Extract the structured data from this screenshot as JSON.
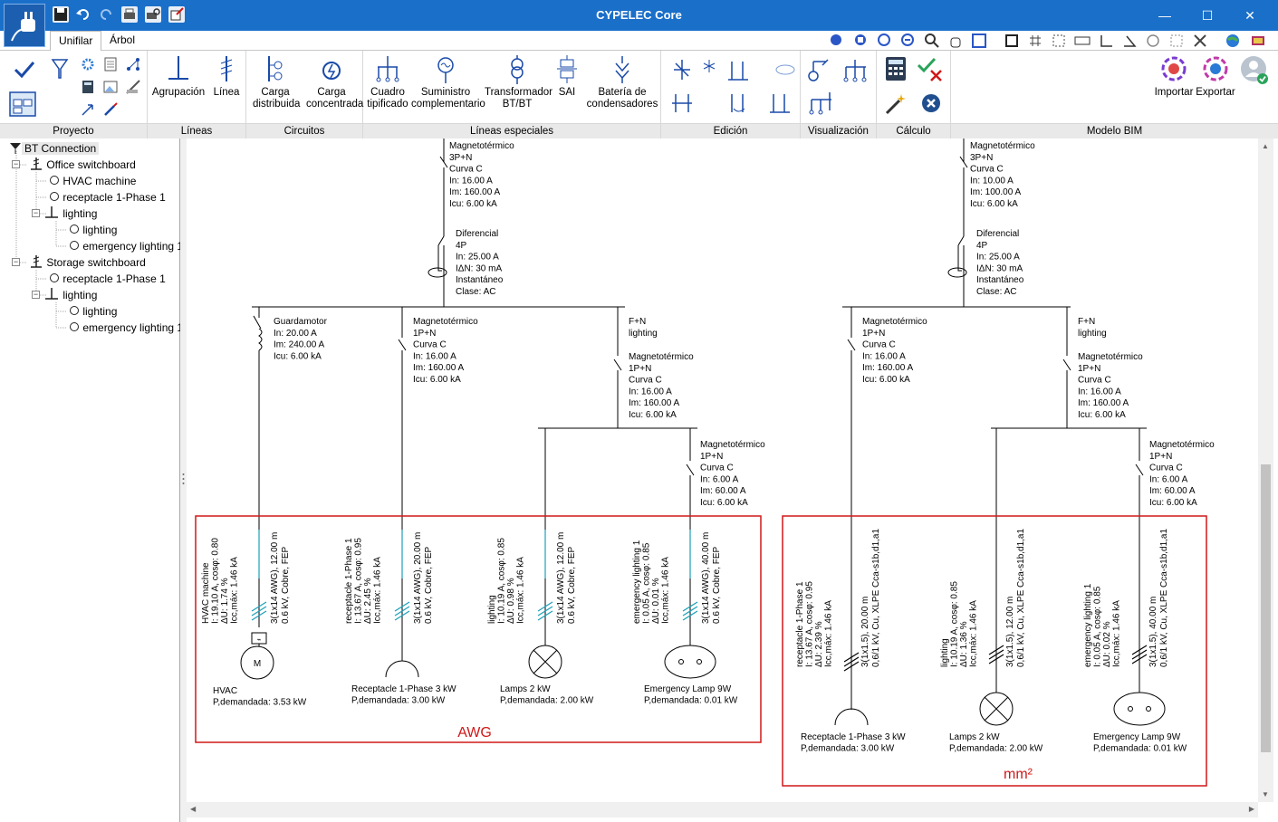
{
  "window": {
    "title": "CYPELEC Core"
  },
  "tabs": [
    "Unifilar",
    "Árbol"
  ],
  "ribbon": {
    "groups": [
      "Proyecto",
      "Líneas",
      "Circuitos",
      "Líneas especiales",
      "Edición",
      "Visualización",
      "Cálculo",
      "Modelo BIM"
    ],
    "buttons": {
      "agrupacion": "Agrupación",
      "linea": "Línea",
      "carga_distribuida": "Carga distribuida",
      "carga_concentrada": "Carga concentrada",
      "cuadro_tipificado": "Cuadro tipificado",
      "suministro": "Suministro complementario",
      "transformador": "Transformador BT/BT",
      "sai": "SAI",
      "bateria": "Batería de condensadores",
      "importar": "Importar",
      "exportar": "Exportar"
    }
  },
  "tree": [
    {
      "label": "BT Connection",
      "level": 0
    },
    {
      "label": "Office switchboard",
      "level": 1
    },
    {
      "label": "HVAC machine",
      "level": 2
    },
    {
      "label": "receptacle 1-Phase 1",
      "level": 2
    },
    {
      "label": "lighting",
      "level": 2
    },
    {
      "label": "lighting",
      "level": 3
    },
    {
      "label": "emergency lighting 1",
      "level": 3
    },
    {
      "label": "Storage switchboard",
      "level": 1
    },
    {
      "label": "receptacle 1-Phase 1",
      "level": 2
    },
    {
      "label": "lighting",
      "level": 2
    },
    {
      "label": "lighting",
      "level": 3
    },
    {
      "label": "emergency lighting 1",
      "level": 3
    }
  ],
  "diagram": {
    "left": {
      "main_breaker": [
        "Magnetotérmico",
        "3P+N",
        "Curva C",
        "In: 16.00 A",
        "Im: 160.00 A",
        "Icu: 6.00 kA"
      ],
      "differential": [
        "Diferencial",
        "4P",
        "In: 25.00 A",
        "IΔN: 30 mA",
        "Instantáneo",
        "Clase: AC"
      ],
      "motor_breaker": [
        "Guardamotor",
        "In: 20.00 A",
        "Im: 240.00 A",
        "Icu: 6.00 kA"
      ],
      "recept_breaker": [
        "Magnetotérmico",
        "1P+N",
        "Curva C",
        "In: 16.00 A",
        "Im: 160.00 A",
        "Icu: 6.00 kA"
      ],
      "lighting_label": [
        "F+N",
        "lighting"
      ],
      "lighting_breaker": [
        "Magnetotérmico",
        "1P+N",
        "Curva C",
        "In: 16.00 A",
        "Im: 160.00 A",
        "Icu: 6.00 kA"
      ],
      "emerg_breaker": [
        "Magnetotérmico",
        "1P+N",
        "Curva C",
        "In: 6.00 A",
        "Im: 60.00 A",
        "Icu: 6.00 kA"
      ],
      "circuits": [
        {
          "info": [
            "HVAC machine",
            "I: 19.10 A, cosφ: 0.80",
            "ΔU: 1.74 %",
            "Icc,máx: 1.46 kA"
          ],
          "cable": [
            "3(1x14 AWG), 12.00 m",
            "0.6 kV, Cobre, FEP"
          ],
          "load": [
            "HVAC",
            "P,demandada: 3.53 kW"
          ],
          "motor": "M"
        },
        {
          "info": [
            "receptacle 1-Phase 1",
            "I: 13.67 A, cosφ: 0.95",
            "ΔU: 2.45 %",
            "Icc,máx: 1.46 kA"
          ],
          "cable": [
            "3(1x14 AWG), 20.00 m",
            "0.6 kV, Cobre, FEP"
          ],
          "load": [
            "Receptacle 1-Phase 3 kW",
            "P,demandada: 3.00 kW"
          ]
        },
        {
          "info": [
            "lighting",
            "I: 10.19 A, cosφ: 0.85",
            "ΔU: 0.98 %",
            "Icc,máx: 1.46 kA"
          ],
          "cable": [
            "3(1x14 AWG), 12.00 m",
            "0.6 kV, Cobre, FEP"
          ],
          "load": [
            "Lamps 2 kW",
            "P,demandada: 2.00 kW"
          ]
        },
        {
          "info": [
            "emergency lighting 1",
            "I: 0.05 A, cosφ: 0.85",
            "ΔU: 0.01 %",
            "Icc,máx: 1.46 kA"
          ],
          "cable": [
            "3(1x14 AWG), 40.00 m",
            "0.6 kV, Cobre, FEP"
          ],
          "load": [
            "Emergency Lamp 9W",
            "P,demandada: 0.01 kW"
          ]
        }
      ],
      "unit_label": "AWG"
    },
    "right": {
      "main_breaker": [
        "Magnetotérmico",
        "3P+N",
        "Curva C",
        "In: 10.00 A",
        "Im: 100.00 A",
        "Icu: 6.00 kA"
      ],
      "differential": [
        "Diferencial",
        "4P",
        "In: 25.00 A",
        "IΔN: 30 mA",
        "Instantáneo",
        "Clase: AC"
      ],
      "recept_breaker": [
        "Magnetotérmico",
        "1P+N",
        "Curva C",
        "In: 16.00 A",
        "Im: 160.00 A",
        "Icu: 6.00 kA"
      ],
      "lighting_label": [
        "F+N",
        "lighting"
      ],
      "lighting_breaker": [
        "Magnetotérmico",
        "1P+N",
        "Curva C",
        "In: 16.00 A",
        "Im: 160.00 A",
        "Icu: 6.00 kA"
      ],
      "emerg_breaker": [
        "Magnetotérmico",
        "1P+N",
        "Curva C",
        "In: 6.00 A",
        "Im: 60.00 A",
        "Icu: 6.00 kA"
      ],
      "circuits": [
        {
          "info": [
            "receptacle 1-Phase 1",
            "I: 13.67 A, cosφ: 0.95",
            "ΔU: 2.39 %",
            "Icc,máx: 1.46 kA"
          ],
          "cable": [
            "3(1x1.5), 20.00 m",
            "0,6/1 kV, Cu, XLPE Cca-s1b,d1,a1"
          ],
          "load": [
            "Receptacle 1-Phase 3 kW",
            "P,demandada: 3.00 kW"
          ]
        },
        {
          "info": [
            "lighting",
            "I: 10.19 A, cosφ: 0.85",
            "ΔU: 1.36 %",
            "Icc,máx: 1.46 kA"
          ],
          "cable": [
            "3(1x1.5), 12.00 m",
            "0,6/1 kV, Cu, XLPE Cca-s1b,d1,a1"
          ],
          "load": [
            "Lamps 2 kW",
            "P,demandada: 2.00 kW"
          ]
        },
        {
          "info": [
            "emergency lighting 1",
            "I: 0.05 A, cosφ: 0.85",
            "ΔU: 0.02 %",
            "Icc,máx: 1.46 kA"
          ],
          "cable": [
            "3(1x1.5), 40.00 m",
            "0,6/1 kV, Cu, XLPE Cca-s1b,d1,a1"
          ],
          "load": [
            "Emergency Lamp 9W",
            "P,demandada: 0.01 kW"
          ]
        }
      ],
      "unit_label": "mm²"
    }
  },
  "colors": {
    "titlebar": "#1a6fc9",
    "highlight": "#d01818",
    "cable_mark": "#1aa0b8"
  },
  "icons": [
    "app-plug-icon",
    "save-icon",
    "undo-icon",
    "redo-icon",
    "print-icon",
    "print-preview-icon",
    "export-icon"
  ]
}
